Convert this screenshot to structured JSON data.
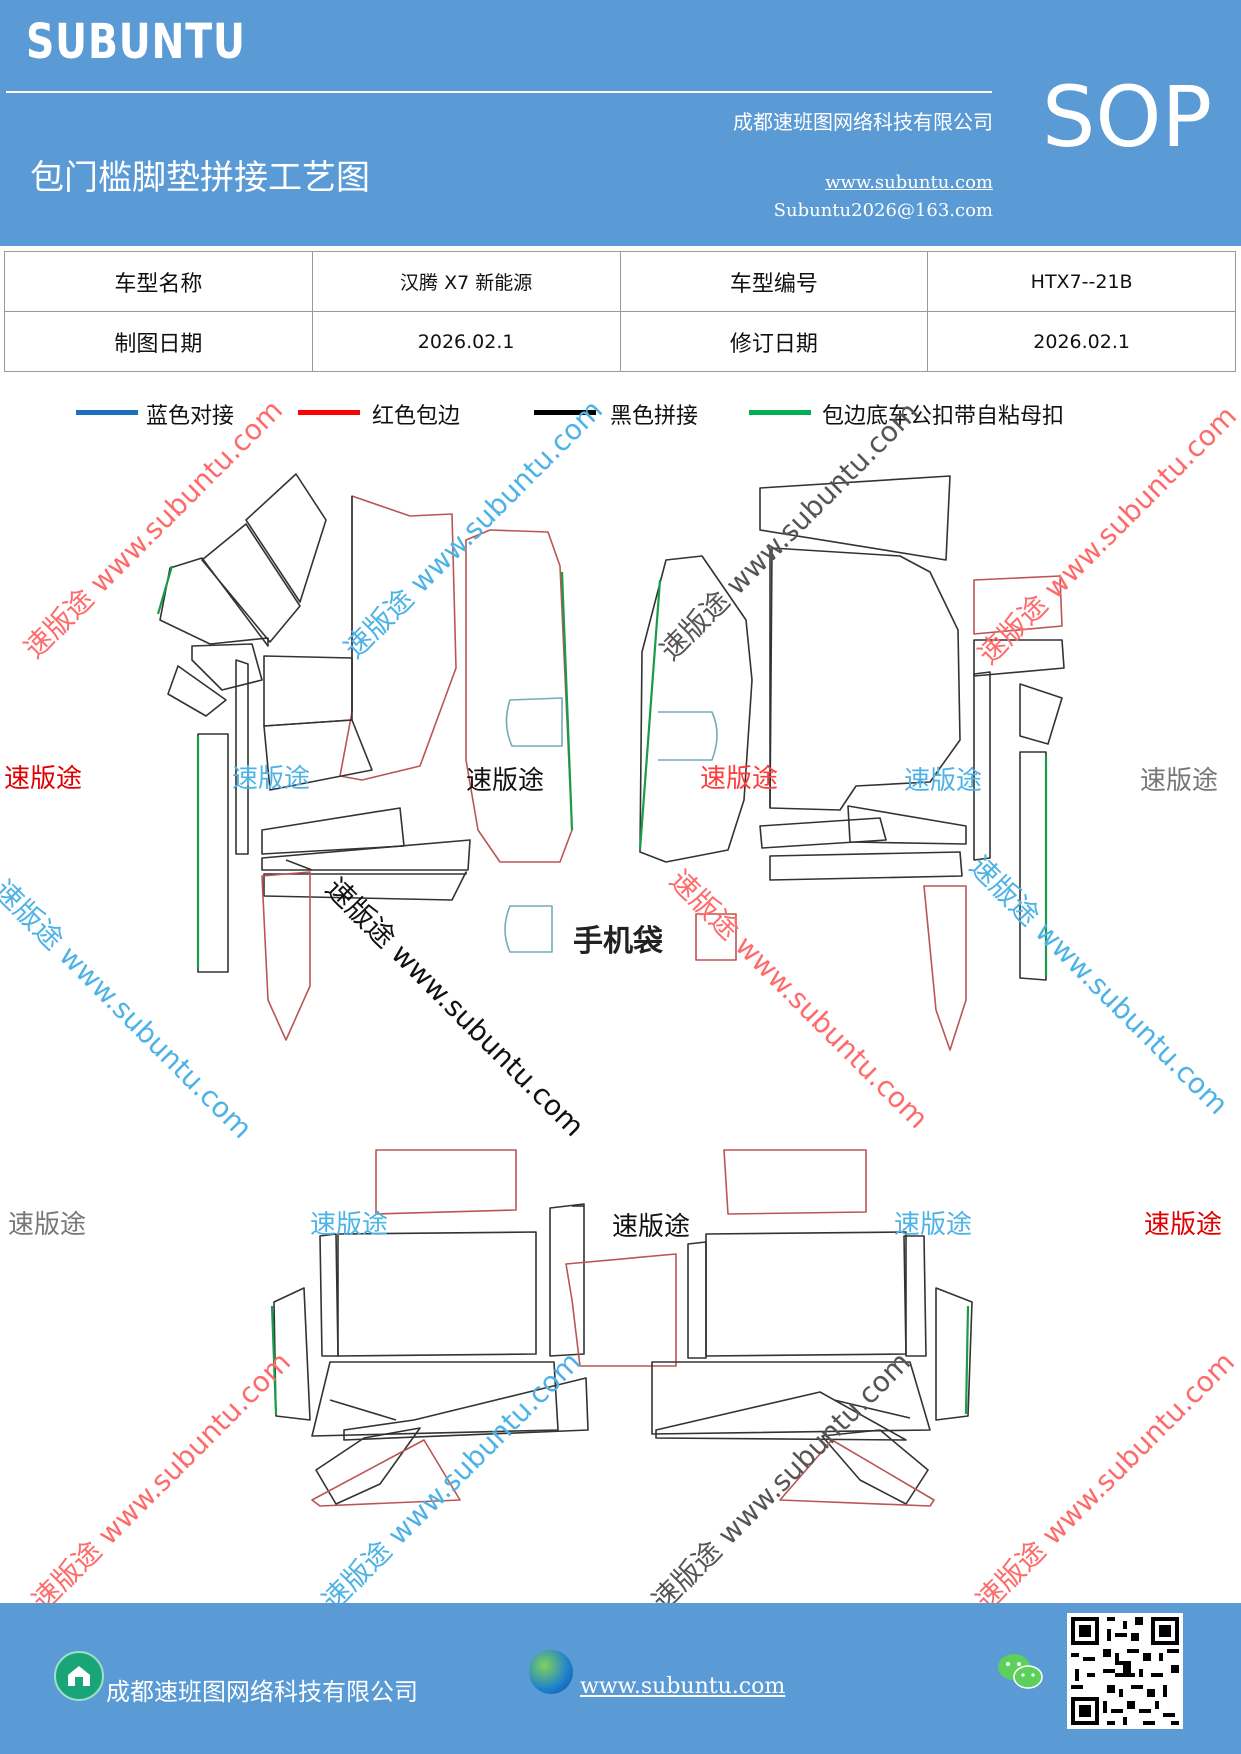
{
  "header": {
    "brand": "SUBUNTU",
    "company": "成都速班图网络科技有限公司",
    "title": "包门槛脚垫拼接工艺图",
    "website": "www.subuntu.com",
    "email": "Subuntu2026@163.com",
    "badge": "SOP",
    "background_color": "#5b9bd5"
  },
  "info_table": {
    "rows": [
      {
        "label1": "车型名称",
        "value1": "汉腾 X7 新能源",
        "label2": "车型编号",
        "value2": "HTX7--21B"
      },
      {
        "label1": "制图日期",
        "value1": "2026.02.1",
        "label2": "修订日期",
        "value2": "2026.02.1"
      }
    ]
  },
  "legend": [
    {
      "label": "蓝色对接",
      "color": "#1f6fc0"
    },
    {
      "label": "红色包边",
      "color": "#ff0000"
    },
    {
      "label": "黑色拼接",
      "color": "#000000"
    },
    {
      "label": "包边底车公扣带自粘母扣",
      "color": "#00b050"
    }
  ],
  "drawing": {
    "center_label": "手机袋",
    "watermark_cn": "速版途",
    "watermark_diag": "速版途 www.subuntu.com",
    "watermark_url": "www.subuntu.com"
  },
  "footer": {
    "company": "成都速班图网络科技有限公司",
    "website": "www.subuntu.com",
    "icons": [
      "home-icon",
      "globe-icon",
      "wechat-icon",
      "qr-code"
    ]
  }
}
